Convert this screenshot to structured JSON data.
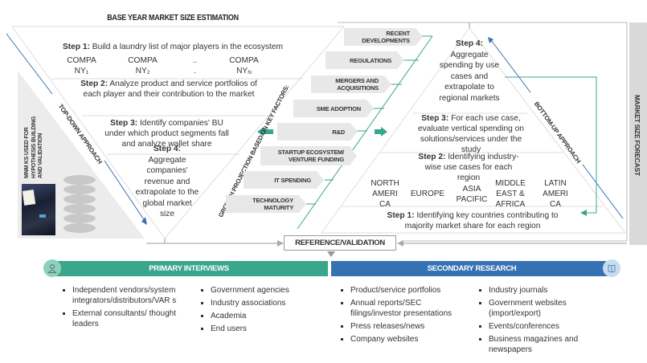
{
  "top_down": {
    "title": "BASE YEAR MARKET SIZE ESTIMATION",
    "approach_label": "TOP-DOWN APPROACH",
    "step1": {
      "label": "Step 1:",
      "text": " Build a laundry list of major players in the ecosystem"
    },
    "companies": [
      {
        "line1": "COMPA",
        "line2": "NY",
        "sub": "1"
      },
      {
        "line1": "COMPA",
        "line2": "NY",
        "sub": "2"
      },
      {
        "line1": "..",
        "line2": ".",
        "sub": ""
      },
      {
        "line1": "COMPA",
        "line2": "NY",
        "sub": "N"
      }
    ],
    "step2": {
      "label": "Step 2:",
      "text": " Analyze product and service portfolios of each player and their contribution to the market"
    },
    "step3": {
      "label": "Step 3:",
      "text": " Identify companies' BU under which product segments fall and analyze wallet share"
    },
    "step4": {
      "label": "Step 4:",
      "text": " Aggregate companies' revenue and extrapolate to the global market size"
    }
  },
  "left_panel": {
    "label": "MNM KS USED FOR HYPOTHESIS BUILDING AND VALIDATION"
  },
  "growth": {
    "label": "GROWTH PROJECTION BASED ON KEY FACTORS:",
    "factors": [
      "RECENT DEVELOPMENTS",
      "REGULATIONS",
      "MERGERS AND ACQUISITIONS",
      "SME ADOPTION",
      "R&D",
      "STARTUP ECOSYSTEM/ VENTURE FUNDING",
      "IT SPENDING",
      "TECHNOLOGY MATURITY"
    ],
    "accent_color": "#3aa68b"
  },
  "bottom_up": {
    "approach_label": "BOTTOM-UP APPROACH",
    "step4": {
      "label": "Step 4:",
      "text": " Aggregate spending by use cases and extrapolate to regional markets"
    },
    "step3": {
      "label": "Step 3:",
      "text": " For each use case, evaluate vertical spending on solutions/services under the study"
    },
    "step2": {
      "label": "Step 2:",
      "text": " Identifying industry-wise use cases for each region"
    },
    "regions": [
      "NORTH AMERI CA",
      "EUROPE",
      "ASIA PACIFIC",
      "MIDDLE EAST & AFRICA",
      "LATIN AMERI CA"
    ],
    "step1": {
      "label": "Step 1:",
      "text": " Identifying key countries contributing to majority market share for each region"
    }
  },
  "forecast_label": "MARKET SIZE FORECAST",
  "reference": "REFERENCE/VALIDATION",
  "primary": {
    "title": "PRIMARY INTERVIEWS",
    "color": "#3aa68b",
    "col1": [
      "Independent vendors/system integrators/distributors/VAR s",
      "External consultants/ thought leaders"
    ],
    "col2": [
      "Government agencies",
      "Industry associations",
      "Academia",
      "End users"
    ]
  },
  "secondary": {
    "title": "SECONDARY RESEARCH",
    "color": "#3672b2",
    "col1": [
      "Product/service portfolios",
      "Annual reports/SEC filings/investor presentations",
      "Press releases/news",
      "Company websites"
    ],
    "col2": [
      "Industry journals",
      "Government websites (import/export)",
      "Events/conferences",
      "Business magazines and newspapers"
    ]
  }
}
